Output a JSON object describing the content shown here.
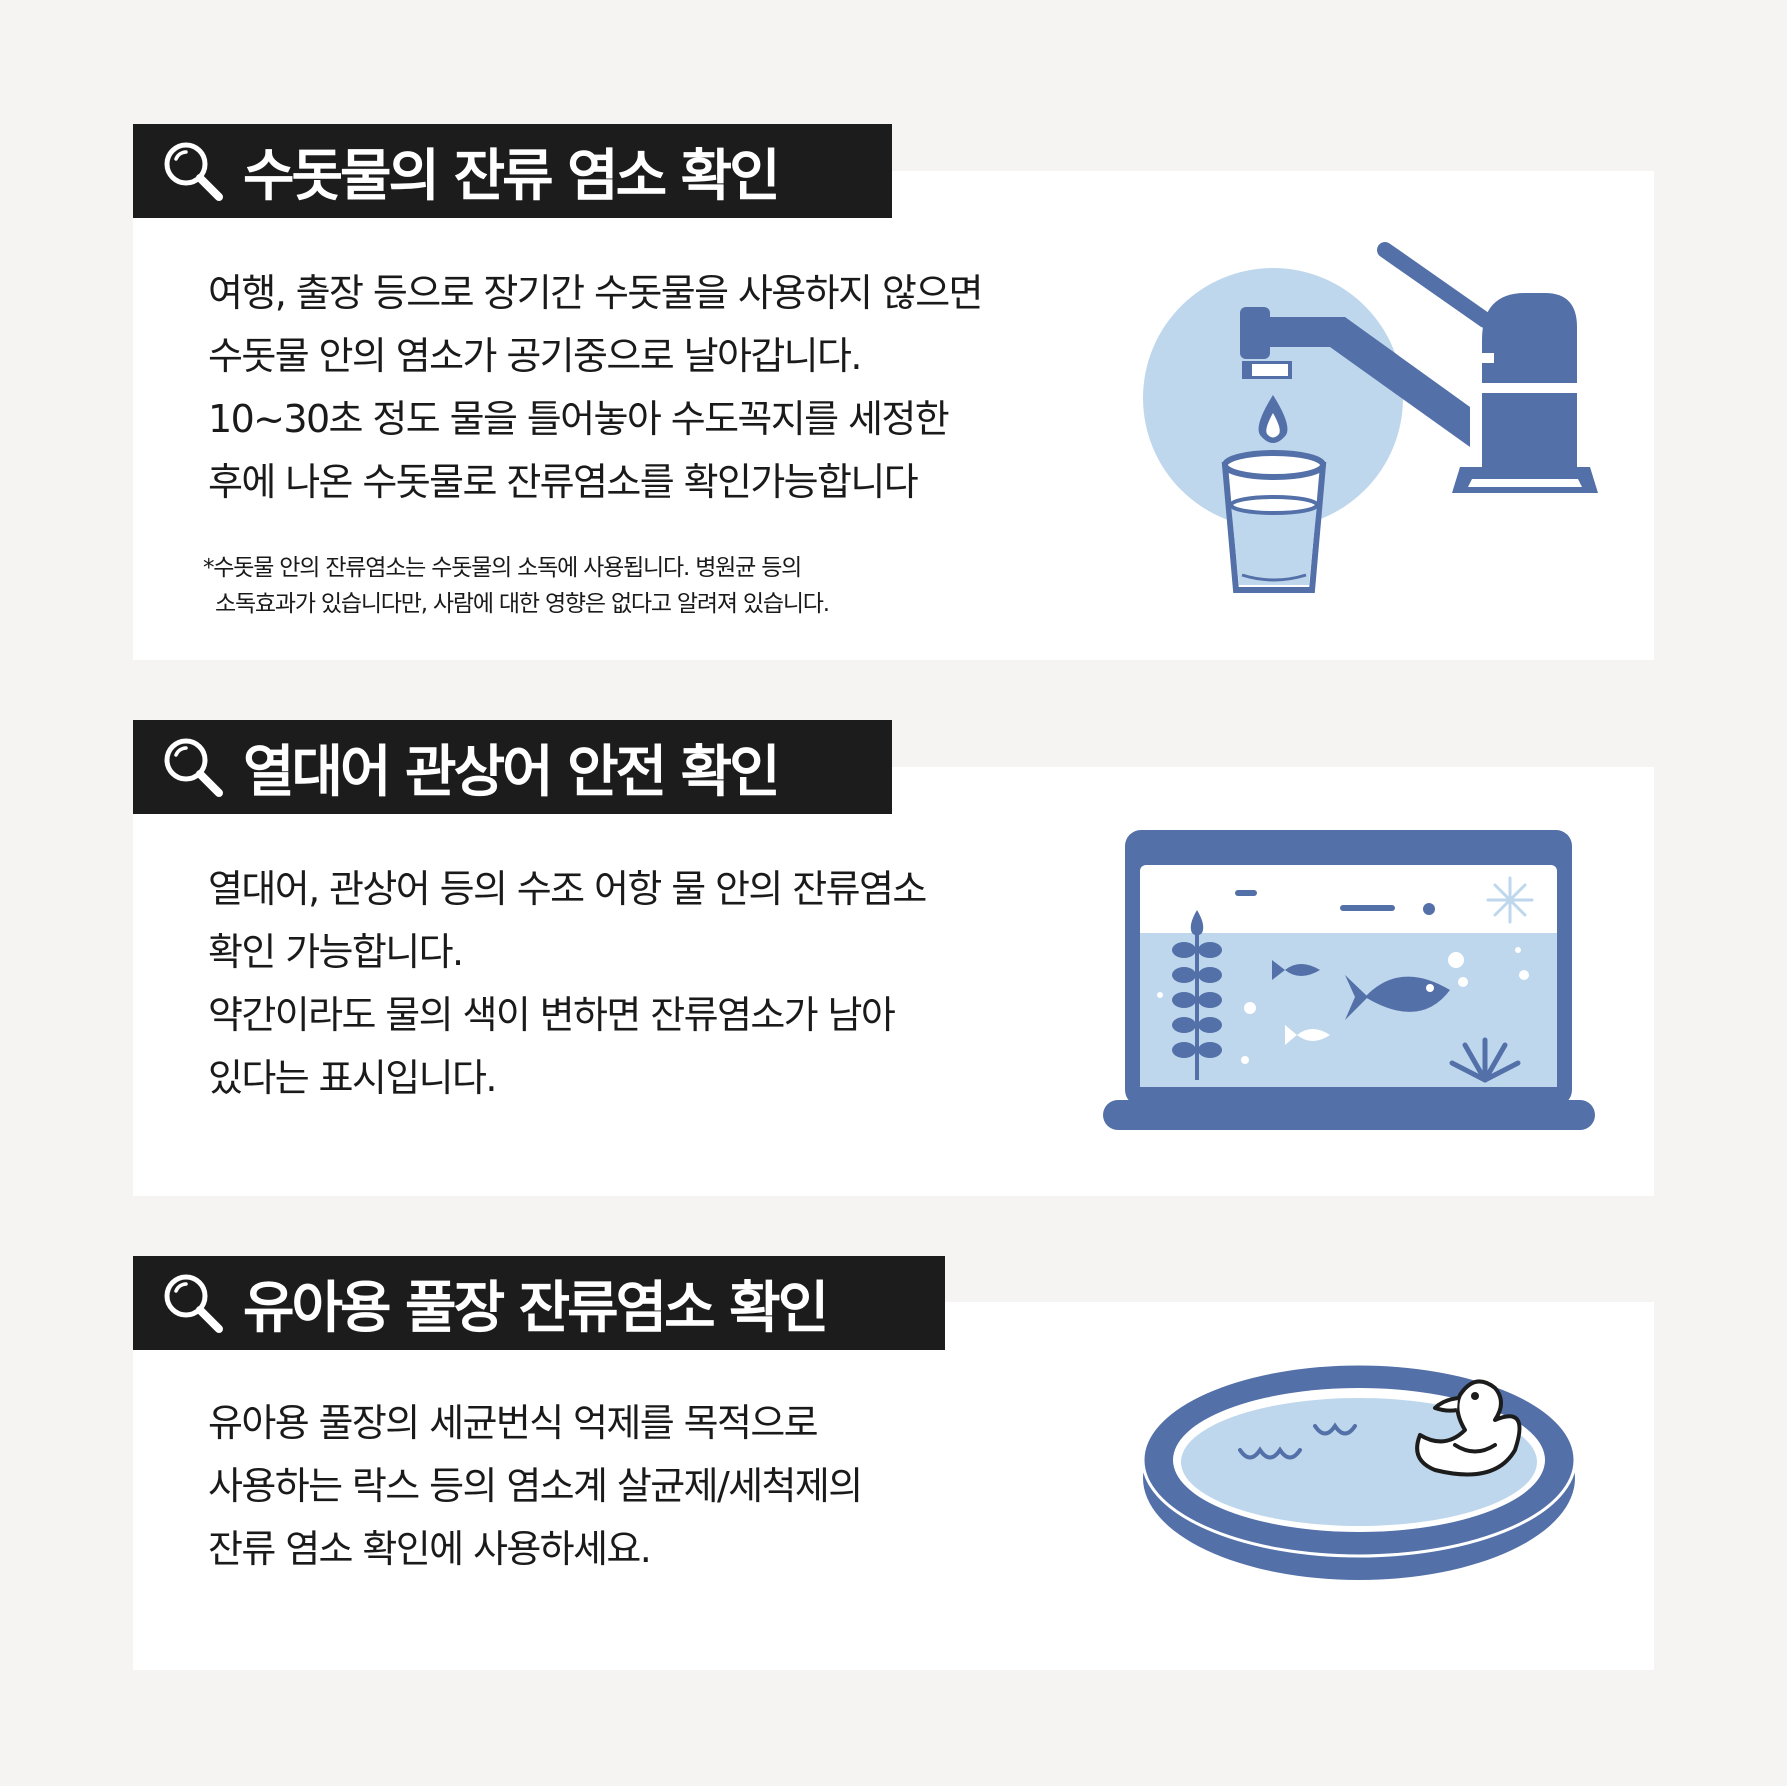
{
  "sections": [
    {
      "title": "수돗물의 잔류 염소 확인",
      "lines": [
        "여행, 출장 등으로 장기간 수돗물을 사용하지 않으면",
        "수돗물 안의 염소가 공기중으로 날아갑니다.",
        "10~30초 정도 물을 틀어놓아 수도꼭지를 세정한",
        "후에 나온 수돗물로 잔류염소를 확인가능합니다"
      ],
      "note": [
        "*수돗물 안의 잔류염소는 수돗물의 소독에 사용됩니다. 병원균 등의",
        "소독효과가 있습니다만, 사람에 대한 영향은 없다고 알려져 있습니다."
      ],
      "illustration_icon": "faucet-glass-icon"
    },
    {
      "title": "열대어 관상어 안전 확인",
      "lines": [
        "열대어, 관상어 등의 수조 어항 물 안의 잔류염소",
        "확인 가능합니다.",
        "약간이라도 물의 색이 변하면 잔류염소가 남아",
        "있다는 표시입니다."
      ],
      "illustration_icon": "fish-tank-icon"
    },
    {
      "title": "유아용 풀장 잔류염소 확인",
      "lines": [
        "유아용 풀장의 세균번식 억제를 목적으로",
        "사용하는 락스 등의 염소계 살균제/세척제의",
        "잔류 염소 확인에 사용하세요."
      ],
      "illustration_icon": "kiddie-pool-duck-icon"
    }
  ],
  "colors": {
    "background": "#f5f4f2",
    "card": "#ffffff",
    "heading_bg": "#1c1c1c",
    "accent_blue": "#5370a8",
    "light_blue": "#bed7ed"
  },
  "heading_icon": "magnifier-icon"
}
